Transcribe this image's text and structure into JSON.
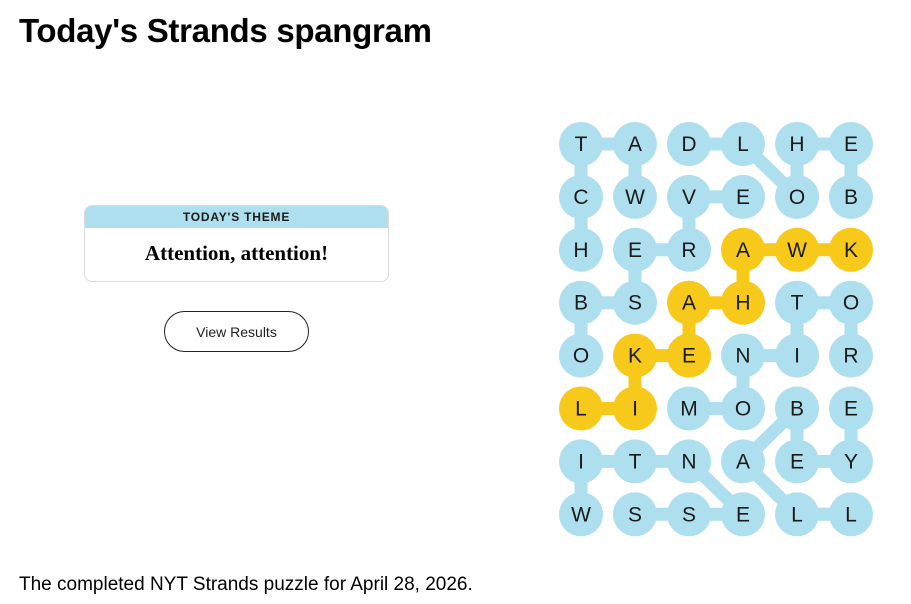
{
  "header": {
    "title": "Today's Strands spangram"
  },
  "theme": {
    "label": "TODAY'S THEME",
    "text": "Attention, attention!"
  },
  "actions": {
    "view_results_label": "View Results"
  },
  "caption": "The completed NYT Strands puzzle for April 28, 2026.",
  "colors": {
    "word": "#aedfee",
    "spangram": "#f7c91a",
    "letter": "#1a1a1a"
  },
  "grid": {
    "rows": [
      [
        "T",
        "A",
        "D",
        "L",
        "H",
        "E"
      ],
      [
        "C",
        "W",
        "V",
        "E",
        "O",
        "B"
      ],
      [
        "H",
        "E",
        "R",
        "A",
        "W",
        "K"
      ],
      [
        "B",
        "S",
        "A",
        "H",
        "T",
        "O"
      ],
      [
        "O",
        "K",
        "E",
        "N",
        "I",
        "R"
      ],
      [
        "L",
        "I",
        "M",
        "O",
        "B",
        "E"
      ],
      [
        "I",
        "T",
        "N",
        "A",
        "E",
        "Y"
      ],
      [
        "W",
        "S",
        "S",
        "E",
        "L",
        "L"
      ]
    ],
    "spangram": "LIKEAHAWK",
    "spangram_cells": [
      [
        5,
        0
      ],
      [
        5,
        1
      ],
      [
        4,
        1
      ],
      [
        4,
        2
      ],
      [
        3,
        2
      ],
      [
        3,
        3
      ],
      [
        2,
        3
      ],
      [
        2,
        4
      ],
      [
        2,
        5
      ]
    ],
    "word_links": [
      [
        [
          0,
          0
        ],
        [
          0,
          1
        ]
      ],
      [
        [
          0,
          0
        ],
        [
          1,
          0
        ]
      ],
      [
        [
          1,
          0
        ],
        [
          2,
          0
        ]
      ],
      [
        [
          0,
          1
        ],
        [
          1,
          1
        ]
      ],
      [
        [
          0,
          2
        ],
        [
          0,
          3
        ]
      ],
      [
        [
          0,
          3
        ],
        [
          1,
          4
        ]
      ],
      [
        [
          0,
          4
        ],
        [
          1,
          4
        ]
      ],
      [
        [
          0,
          4
        ],
        [
          0,
          5
        ]
      ],
      [
        [
          0,
          5
        ],
        [
          1,
          5
        ]
      ],
      [
        [
          1,
          2
        ],
        [
          1,
          3
        ]
      ],
      [
        [
          1,
          2
        ],
        [
          2,
          2
        ]
      ],
      [
        [
          2,
          2
        ],
        [
          2,
          1
        ]
      ],
      [
        [
          2,
          1
        ],
        [
          3,
          1
        ]
      ],
      [
        [
          3,
          0
        ],
        [
          3,
          1
        ]
      ],
      [
        [
          3,
          0
        ],
        [
          4,
          0
        ]
      ],
      [
        [
          3,
          4
        ],
        [
          3,
          5
        ]
      ],
      [
        [
          3,
          4
        ],
        [
          4,
          4
        ]
      ],
      [
        [
          3,
          5
        ],
        [
          4,
          5
        ]
      ],
      [
        [
          4,
          3
        ],
        [
          4,
          4
        ]
      ],
      [
        [
          4,
          3
        ],
        [
          5,
          3
        ]
      ],
      [
        [
          5,
          2
        ],
        [
          5,
          3
        ]
      ],
      [
        [
          5,
          4
        ],
        [
          6,
          4
        ]
      ],
      [
        [
          5,
          4
        ],
        [
          6,
          3
        ]
      ],
      [
        [
          6,
          4
        ],
        [
          6,
          5
        ]
      ],
      [
        [
          6,
          5
        ],
        [
          5,
          5
        ]
      ],
      [
        [
          6,
          3
        ],
        [
          7,
          4
        ]
      ],
      [
        [
          7,
          4
        ],
        [
          7,
          5
        ]
      ],
      [
        [
          6,
          0
        ],
        [
          6,
          1
        ]
      ],
      [
        [
          6,
          1
        ],
        [
          6,
          2
        ]
      ],
      [
        [
          6,
          2
        ],
        [
          7,
          3
        ]
      ],
      [
        [
          6,
          0
        ],
        [
          7,
          0
        ]
      ],
      [
        [
          7,
          1
        ],
        [
          7,
          2
        ]
      ],
      [
        [
          7,
          2
        ],
        [
          7,
          3
        ]
      ]
    ]
  }
}
